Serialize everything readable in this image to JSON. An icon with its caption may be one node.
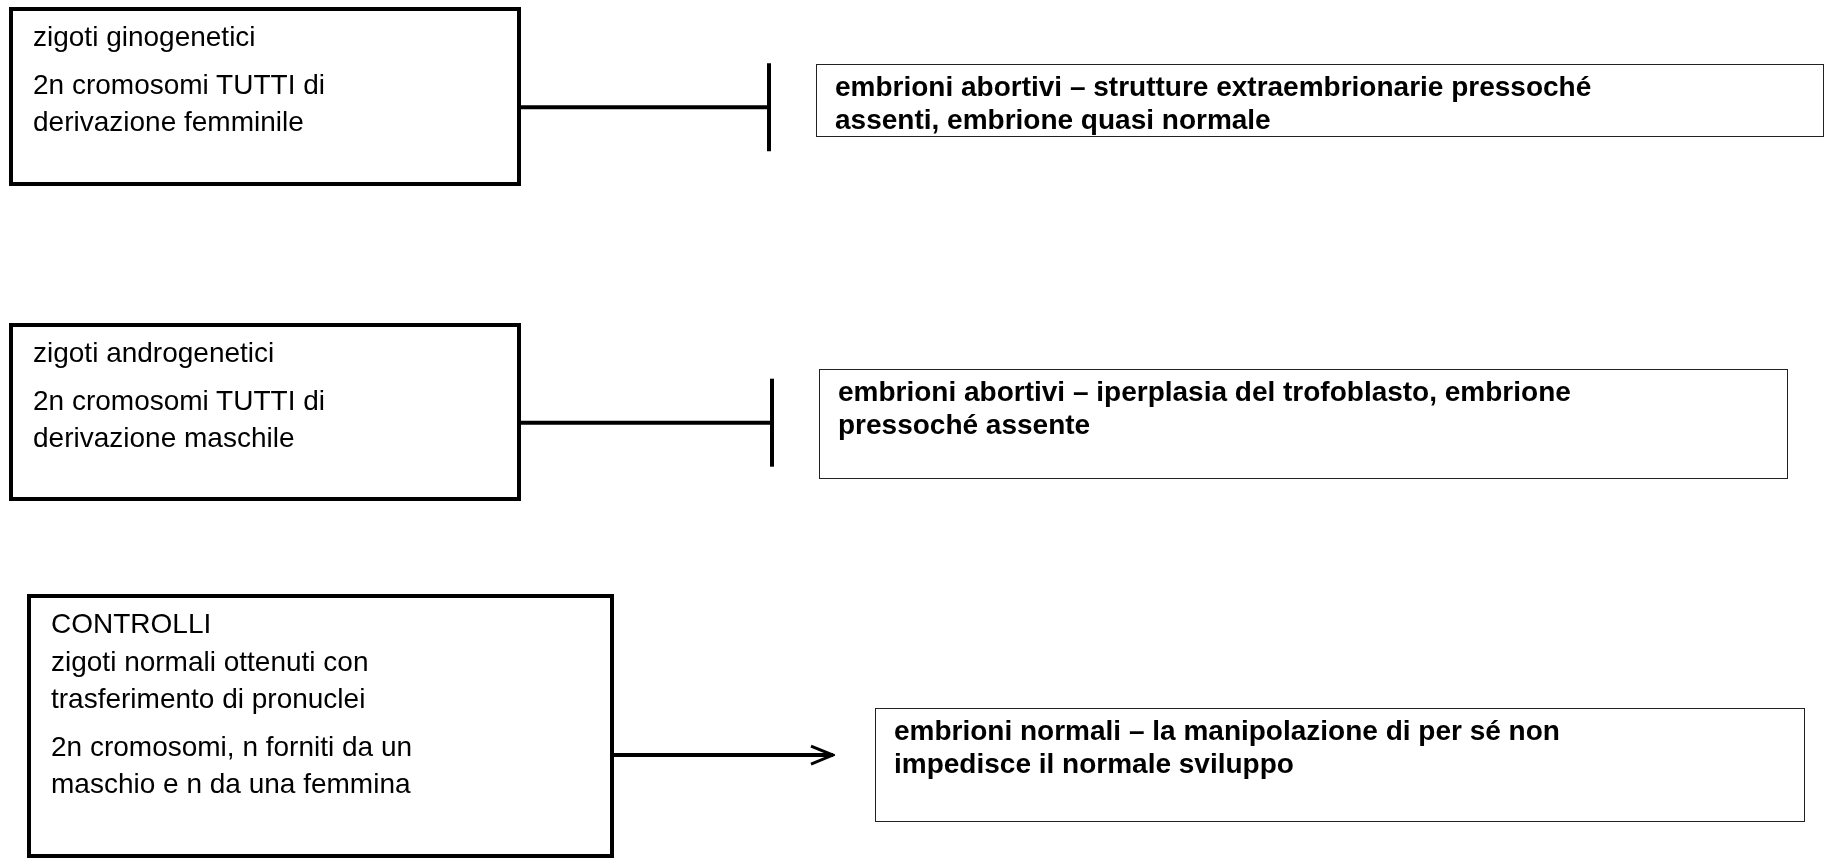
{
  "diagram": {
    "nodes": [
      {
        "text": [
          "zigoti ginogenetici",
          "2n cromosomi TUTTI di derivazione femminile"
        ]
      },
      {
        "text": [
          "embrioni abortivi – strutture extraembrionarie pressoché assenti, embrione quasi normale"
        ]
      },
      {
        "text": [
          "zigoti androgenetici",
          "2n cromosomi TUTTI di derivazione maschile"
        ]
      },
      {
        "text": [
          "embrioni abortivi – iperplasia del trofoblasto, embrione pressoché assente"
        ]
      },
      {
        "text": [
          "CONTROLLI",
          "zigoti normali ottenuti con trasferimento di pronuclei",
          "2n cromosomi, n forniti da un maschio e n da una femmina"
        ]
      },
      {
        "text": [
          "embrioni normali – la manipolazione di per sé non impedisce il normale sviluppo"
        ]
      }
    ],
    "edges": [
      {
        "from": 0,
        "to": 1,
        "arrow": "other"
      },
      {
        "from": 2,
        "to": 3,
        "arrow": "other"
      },
      {
        "from": 4,
        "to": 5,
        "arrow": "to"
      }
    ]
  }
}
